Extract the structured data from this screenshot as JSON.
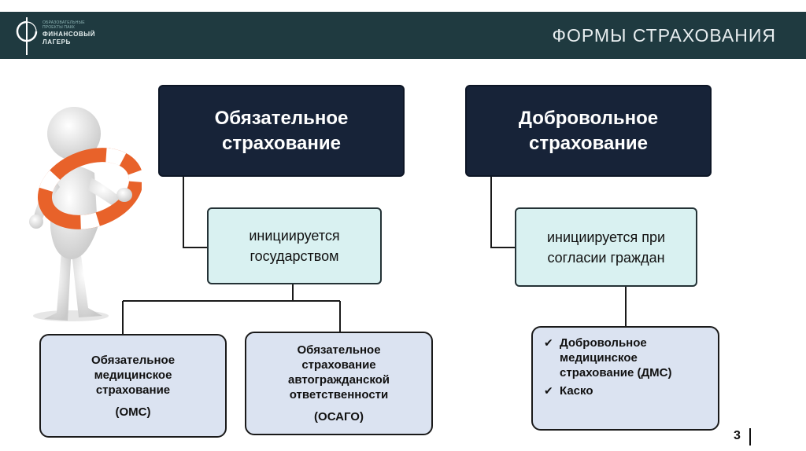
{
  "header": {
    "logo_small": "ОБРАЗОВАТЕЛЬНЫЕ ПРОЕКТЫ ПАКК",
    "logo_big": "ФИНАНСОВЫЙ ЛАГЕРЬ",
    "title": "ФОРМЫ СТРАХОВАНИЯ",
    "bar_color": "#1f3a40"
  },
  "diagram": {
    "mandatory": {
      "title": "Обязательное страхование",
      "initiated_by": "инициируется государством",
      "types": [
        {
          "name": "Обязательное медицинское страхование",
          "acronym": "(ОМС)"
        },
        {
          "name": "Обязательное страхование автогражданской ответственности",
          "acronym": "(ОСАГО)"
        }
      ]
    },
    "voluntary": {
      "title": "Добровольное страхование",
      "initiated_by": "инициируется при согласии граждан",
      "items": [
        "Добровольное медицинское страхование (ДМС)",
        "Каско"
      ]
    },
    "check_icon": "checkmark-icon"
  },
  "illustration": "person-with-lifebuoy",
  "footer": {
    "page_number": "3"
  }
}
